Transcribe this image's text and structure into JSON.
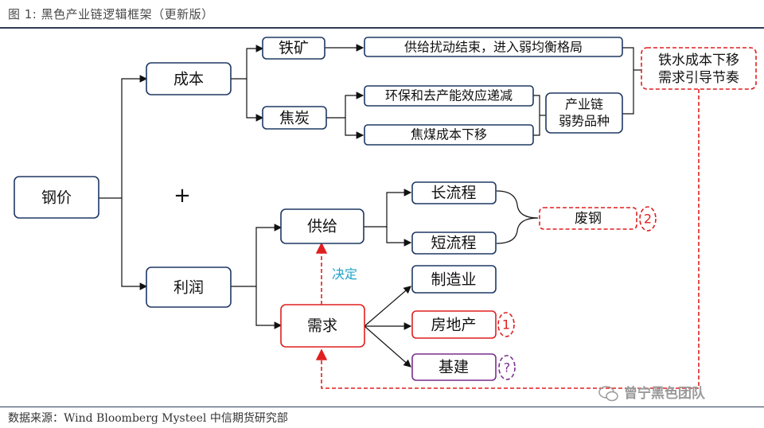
{
  "figure": {
    "title": "图 1:       黑色产业链逻辑框架（更新版）",
    "source": "数据来源：Wind Bloomberg Mysteel 中信期货研究部",
    "watermark": "曾宁黑色团队"
  },
  "nodes": {
    "steel_price": "钢价",
    "cost": "成本",
    "profit": "利润",
    "plus": "+",
    "iron_ore": "铁矿",
    "coking_coal": "焦炭",
    "iron_ore_outcome": "供给扰动结束，进入弱均衡格局",
    "env_policy": "环保和去产能效应递减",
    "coke_coal_cost": "焦煤成本下移",
    "weak_chain_line1": "产业链",
    "weak_chain_line2": "弱势品种",
    "iron_cost_line1": "铁水成本下移",
    "iron_cost_line2": "需求引导节奏",
    "supply": "供给",
    "demand": "需求",
    "decides": "决定",
    "long_process": "长流程",
    "short_process": "短流程",
    "scrap": "废钢",
    "manufacturing": "制造业",
    "real_estate": "房地产",
    "infrastructure": "基建",
    "badge_2": "2",
    "badge_1": "1",
    "badge_q": "?"
  },
  "colors": {
    "box_border": "#1f3864",
    "red": "#e01f1f",
    "purple": "#7a2f8c",
    "blue_label": "#1fa3c9"
  }
}
